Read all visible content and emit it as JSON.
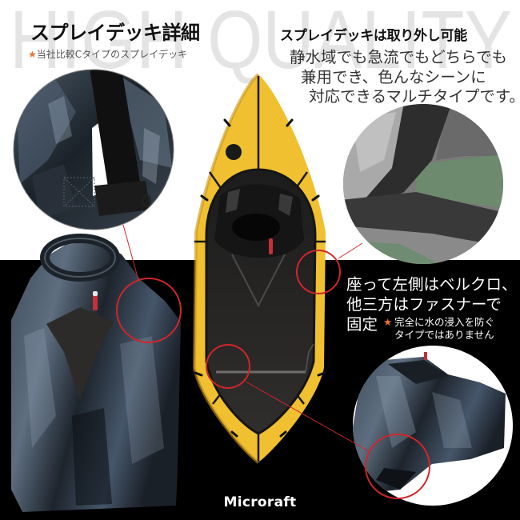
{
  "watermark": "HIGH QUALITY",
  "left_header": {
    "title": "スプレイデッキ詳細",
    "note_star": "★",
    "note": "当社比較Cタイプのスプレイデッキ"
  },
  "right_header": {
    "title": "スプレイデッキは取り外し可能",
    "lines": [
      "静水域でも急流でもどちらでも",
      "兼用でき、色んなシーンに",
      "対応できるマルチタイプです。"
    ]
  },
  "fastening_note": {
    "lines": [
      "座って左側はベルクロ、",
      "他三方はファスナーで",
      "固定"
    ],
    "disclaimer_star": "★",
    "disclaimer": [
      "完全に水の浸入を防ぐ",
      "タイプではありません"
    ]
  },
  "brand": "Microraft",
  "colors": {
    "top_background": "#ffffff",
    "bottom_background": "#000000",
    "watermark": "#e4e4e4",
    "boat_yellow": "#f0c030",
    "deck_dark": "#2c2b2a",
    "callout_red": "#d0262a",
    "star_orange": "#ef6f33",
    "velcro_pad_green": "#6d8a6f"
  }
}
